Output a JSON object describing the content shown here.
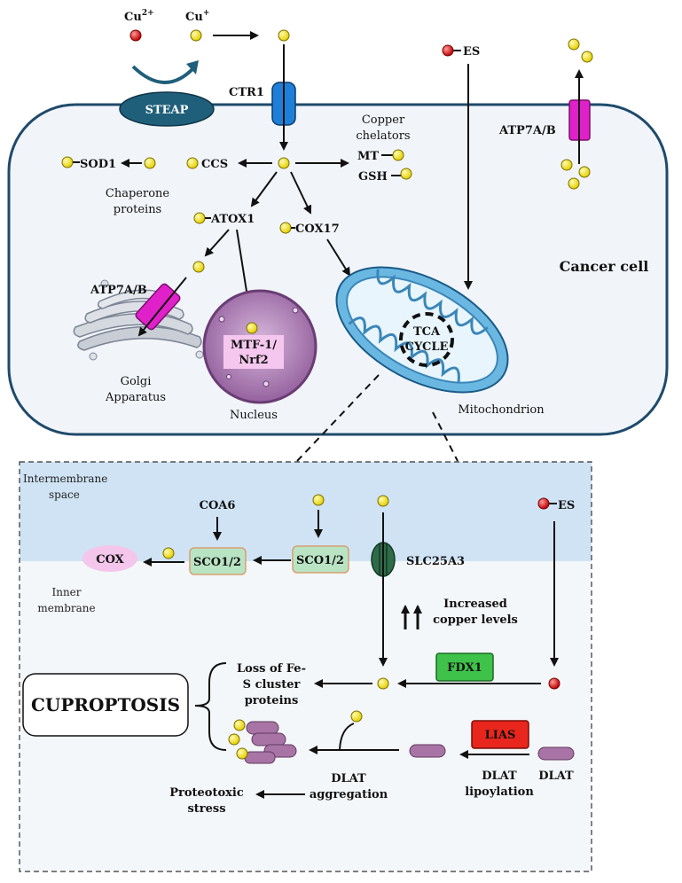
{
  "ions": {
    "cu2": "Cu",
    "cu2_sup": "2+",
    "cu1": "Cu",
    "cu1_sup": "+"
  },
  "labels": {
    "steap": "STEAP",
    "ctr1": "CTR1",
    "es_top": "ES",
    "atp7ab_right": "ATP7A/B",
    "copper_chelators_1": "Copper",
    "copper_chelators_2": "chelators",
    "mt": "MT",
    "gsh": "GSH",
    "sod1": "SOD1",
    "ccs": "CCS",
    "chaperone_1": "Chaperone",
    "chaperone_2": "proteins",
    "atox1": "ATOX1",
    "cox17": "COX17",
    "cancer_cell": "Cancer cell",
    "atp7ab_left": "ATP7A/B",
    "golgi_1": "Golgi",
    "golgi_2": "Apparatus",
    "mtf_1": "MTF-1/",
    "mtf_2": "Nrf2",
    "nucleus": "Nucleus",
    "tca_1": "TCA",
    "tca_2": "CYCLE",
    "mitochondrion": "Mitochondrion",
    "intermembrane_1": "Intermembrane",
    "intermembrane_2": "space",
    "coa6": "COA6",
    "cox": "COX",
    "sco_left": "SCO1/2",
    "sco_right": "SCO1/2",
    "slc25a3": "SLC25A3",
    "es_bottom": "ES",
    "inner_1": "Inner",
    "inner_2": "membrane",
    "increased_1": "Increased",
    "increased_2": "copper levels",
    "fdx1": "FDX1",
    "loss_1": "Loss of Fe-",
    "loss_2": "S cluster",
    "loss_3": "proteins",
    "cuproptosis": "CUPROPTOSIS",
    "lias": "LIAS",
    "dlat_agg_1": "DLAT",
    "dlat_agg_2": "aggregation",
    "dlat_lip_1": "DLAT",
    "dlat_lip_2": "lipoylation",
    "dlat": "DLAT",
    "proteo_1": "Proteotoxic",
    "proteo_2": "stress"
  },
  "colors": {
    "copper_fill": "#f2e020",
    "copper_stroke": "#7a6f00",
    "cu2_fill": "#d81818",
    "steap": "#1f5f7a",
    "ctr1": "#1e7fd8",
    "atp7ab": "#e020c8",
    "cell_fill": "#f1f5fa",
    "membrane_band": "#cfe3f5",
    "sco_fill": "#b9e4c4",
    "fdx1_fill": "#3fc24a",
    "lias_fill": "#e8261d",
    "cox_fill": "#f4c6ec",
    "nucleus_fill": "#a878b0",
    "mtf_fill": "#f5c7ee",
    "dlat_fill": "#a874a6"
  }
}
